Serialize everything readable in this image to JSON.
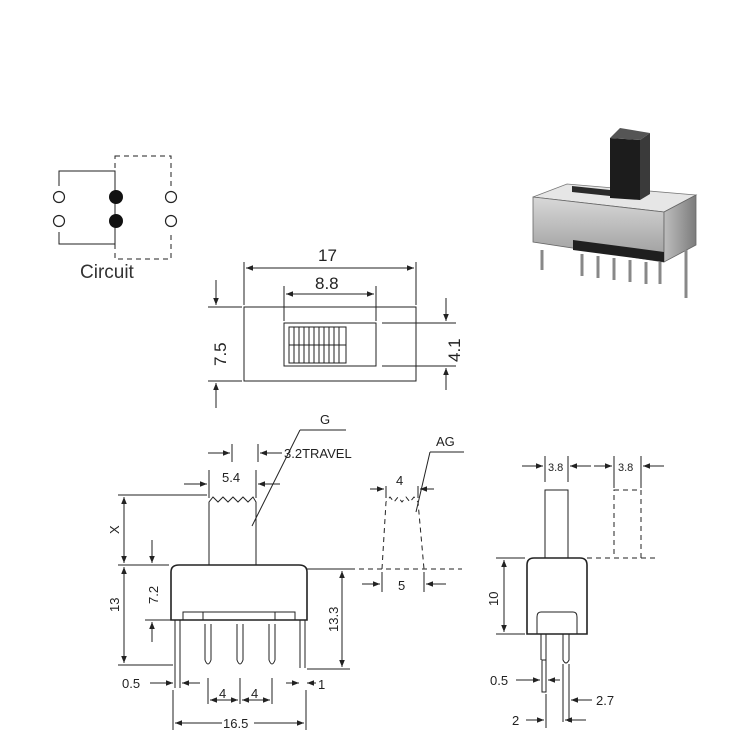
{
  "circuit": {
    "label": "Circuit"
  },
  "top_view": {
    "d_17": "17",
    "d_8_8": "8.8",
    "d_7_5": "7.5",
    "d_4_1": "4.1"
  },
  "front_view": {
    "label_g": "G",
    "travel": "3.2TRAVEL",
    "d_5_4": "5.4",
    "label_x": "X",
    "d_13": "13",
    "d_7_2": "7.2",
    "d_13_3": "13.3",
    "d_0_5": "0.5",
    "d_4a": "4",
    "d_4b": "4",
    "d_1": "1",
    "d_16_5": "16.5"
  },
  "ag_view": {
    "label_ag": "AG",
    "d_4": "4",
    "d_5": "5"
  },
  "side_view": {
    "d_3_8a": "3.8",
    "d_3_8b": "3.8",
    "d_10": "10",
    "d_0_5": "0.5",
    "d_2_7": "2.7",
    "d_2": "2"
  }
}
